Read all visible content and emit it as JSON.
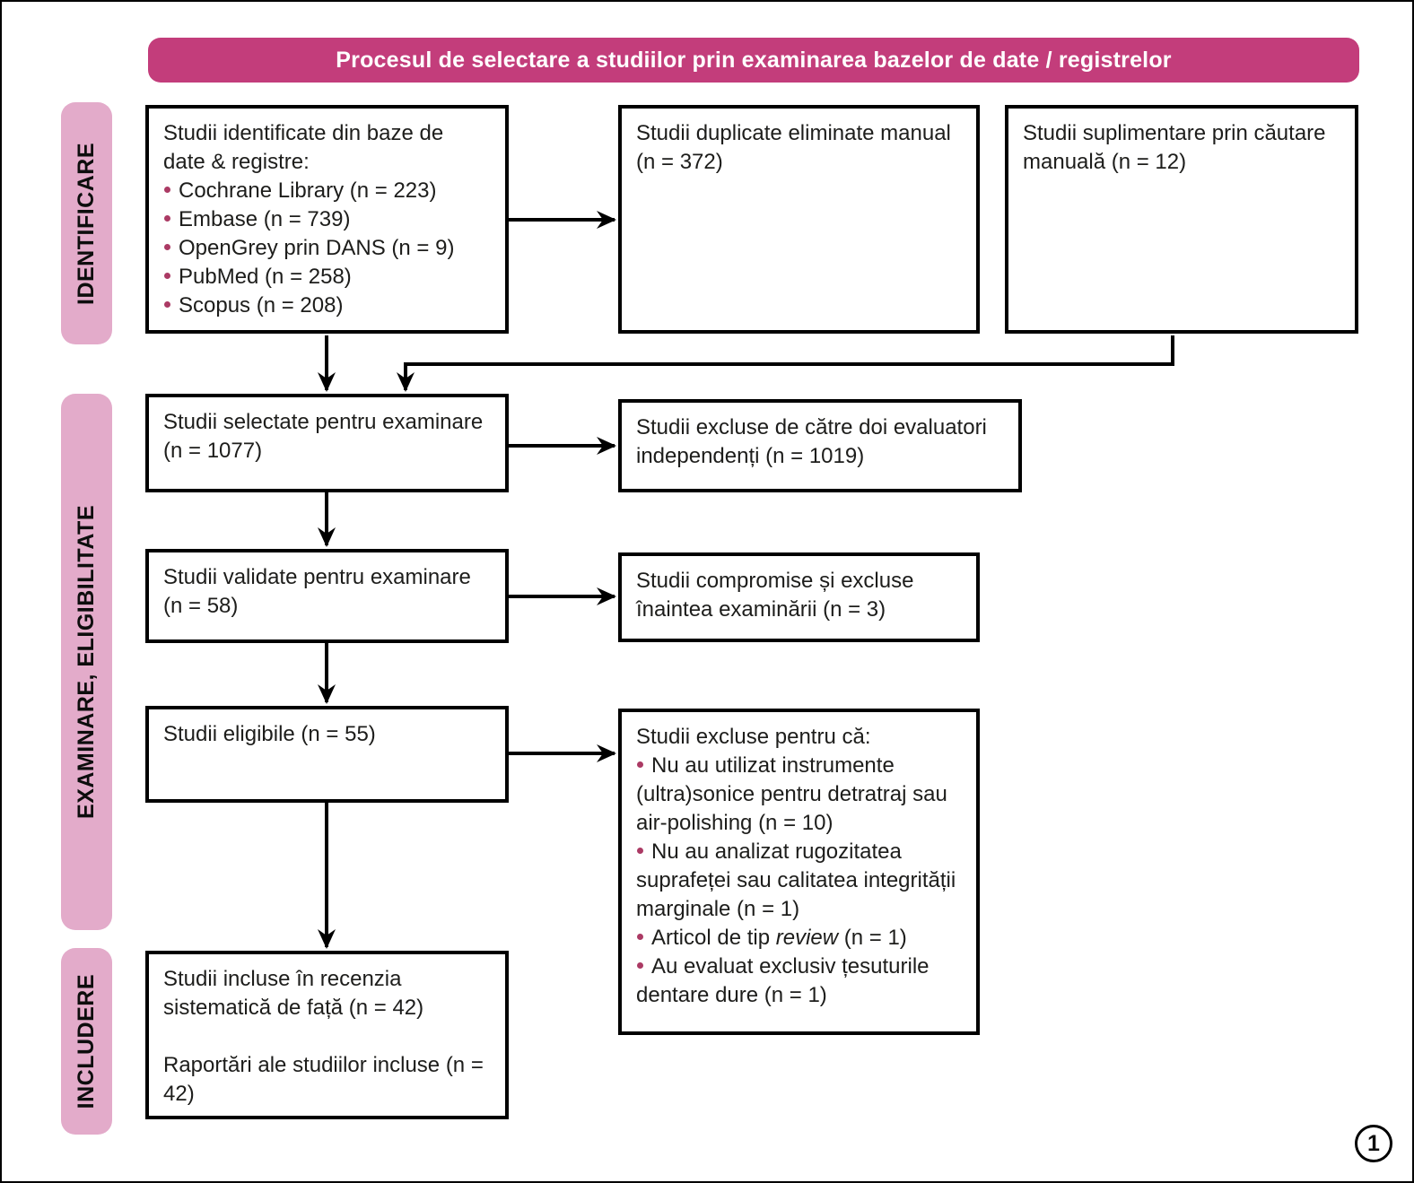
{
  "colors": {
    "banner": "#c33d7b",
    "stage_bg": "#e3abca",
    "bullet": "#ab3a64"
  },
  "banner": {
    "title": "Procesul de selectare a studiilor prin examinarea bazelor de date / registrelor"
  },
  "stages": {
    "identification": "IDENTIFICARE",
    "screening": "EXAMINARE, ELIGIBILITATE",
    "inclusion": "INCLUDERE"
  },
  "boxes": {
    "identified": {
      "heading": "Studii identificate din baze de date & registre:",
      "items": [
        "Cochrane Library (n = 223)",
        "Embase (n = 739)",
        "OpenGrey prin DANS (n = 9)",
        "PubMed (n = 258)",
        "Scopus (n = 208)"
      ]
    },
    "duplicates": {
      "text": "Studii duplicate eliminate manual (n = 372)"
    },
    "manual_search": {
      "text": "Studii suplimentare prin căutare manuală (n = 12)"
    },
    "screened": {
      "text": "Studii selectate pentru examinare (n = 1077)"
    },
    "excluded_reviewers": {
      "text": "Studii excluse de către doi evaluatori independenți (n = 1019)"
    },
    "validated": {
      "text": "Studii validate pentru examinare (n = 58)"
    },
    "compromised": {
      "text": "Studii compromise și excluse înaintea examinării (n = 3)"
    },
    "eligible": {
      "text": "Studii eligibile (n = 55)"
    },
    "excluded_reasons": {
      "heading": "Studii excluse pentru că:",
      "items": [
        {
          "pre": "Nu au utilizat instrumente (ultra)sonice pentru detratraj sau air-polishing (n = 10)",
          "italic": "",
          "post": ""
        },
        {
          "pre": "Nu au analizat rugozitatea suprafeței sau calitatea integrității marginale (n = 1)",
          "italic": "",
          "post": ""
        },
        {
          "pre": "Articol de tip ",
          "italic": "review",
          "post": " (n = 1)"
        },
        {
          "pre": "Au evaluat exclusiv țesuturile dentare dure (n = 1)",
          "italic": "",
          "post": ""
        }
      ]
    },
    "included": {
      "line1": "Studii incluse în recenzia sistematică de față (n = 42)",
      "line2": "Raportări ale studiilor incluse (n = 42)"
    }
  },
  "page": {
    "number": "1"
  }
}
